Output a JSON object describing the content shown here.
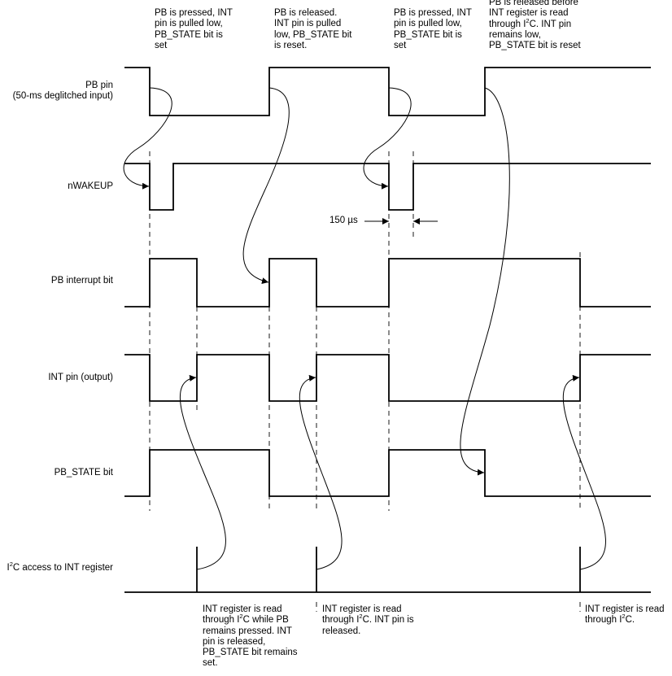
{
  "signals": {
    "pb_pin": [
      "PB pin",
      "(50-ms deglitched input)"
    ],
    "nwakeup": "nWAKEUP",
    "pb_interrupt": "PB interrupt bit",
    "int_pin": "INT pin (output)",
    "pb_state": "PB_STATE bit",
    "i2c": {
      "pre": "I",
      "sup": "2",
      "post": "C access to INT register"
    }
  },
  "top_notes": {
    "n1": [
      "PB is pressed, INT",
      "pin is pulled low,",
      "PB_STATE bit is",
      "set"
    ],
    "n2": [
      "PB is released.",
      "INT pin is pulled",
      "low, PB_STATE bit",
      "is reset."
    ],
    "n3": [
      "PB is pressed, INT",
      "pin is pulled low,",
      "PB_STATE bit is",
      "set"
    ],
    "n4": {
      "l1": "PB is released before",
      "l2": "INT register is read",
      "l3_pre": "through I",
      "l3_sup": "2",
      "l3_post": "C. INT pin",
      "l4": "remains low,",
      "l5": "PB_STATE bit is reset"
    }
  },
  "bottom_notes": {
    "b1": {
      "l1": "INT register is read",
      "l2_pre": "through I",
      "l2_sup": "2",
      "l2_post": "C while PB",
      "l3": "remains pressed. INT",
      "l4": "pin is released,",
      "l5": "PB_STATE bit remains",
      "l6": "set."
    },
    "b2": {
      "l1": "INT register is read",
      "l2_pre": "through I",
      "l2_sup": "2",
      "l2_post": "C. INT pin is",
      "l3": "released."
    },
    "b3": {
      "l1": "INT register is read",
      "l2_pre": "through I",
      "l2_sup": "2",
      "l2_post": "C."
    }
  },
  "timing_annotation": "150 µs"
}
